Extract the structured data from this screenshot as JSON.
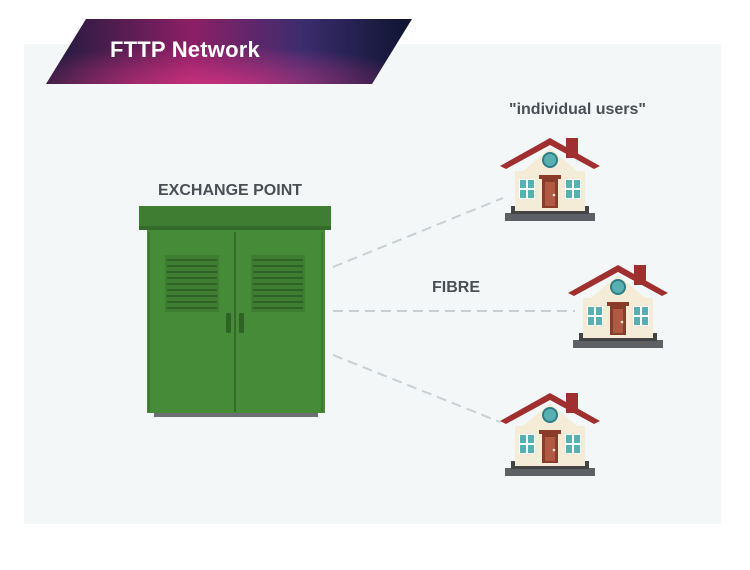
{
  "banner": {
    "title": "FTTP Network"
  },
  "labels": {
    "exchange": "EXCHANGE POINT",
    "fibre": "FIBRE",
    "users": "\"individual users\""
  },
  "colors": {
    "cabinet": "#468b37",
    "cabinet_dark": "#3c7a2f",
    "roof": "#a02f2f",
    "wall": "#f4ecd6",
    "window": "#59b0b0",
    "door": "#8a3c2a",
    "fibre_line": "#c9cfd3"
  },
  "icons": [
    "cabinet-icon",
    "house-icon"
  ]
}
